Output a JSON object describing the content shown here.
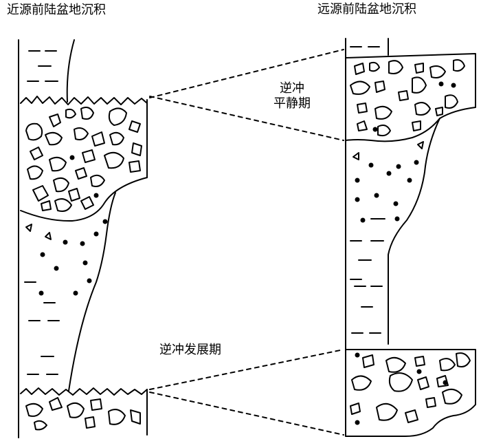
{
  "titles": {
    "proximal": "近源前陆盆地沉积",
    "distal": "远源前陆盆地沉积"
  },
  "phases": {
    "quiet_line1": "逆冲",
    "quiet_line2": "平静期",
    "development": "逆冲发展期"
  },
  "legend_semantics": {
    "conglomerate": "clast-outline-icon",
    "sandstone": "dot-icon",
    "mudstone": "dash-icon"
  },
  "colors": {
    "ink": "#000000",
    "background": "#ffffff"
  }
}
